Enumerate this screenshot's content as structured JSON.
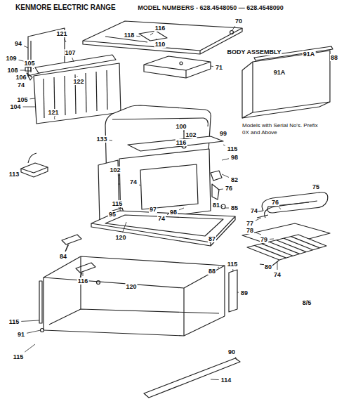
{
  "diagram": {
    "title": "KENMORE ELECTRIC RANGE",
    "labels": [
      "MODEL NUMBERS - 628.4548050 — 628.4548090",
      "BODY ASSEMBLY",
      "Models with Serial No's. Prefix 0X and Above",
      "121",
      "94",
      "109",
      "107",
      "105",
      "108",
      "106",
      "74",
      "105",
      "104",
      "122",
      "121",
      "116",
      "118",
      "110",
      "70",
      "71",
      "91A",
      "88",
      "91A",
      "133",
      "100",
      "102",
      "116",
      "99",
      "113",
      "102",
      "74",
      "115",
      "98",
      "115",
      "95",
      "97",
      "98",
      "74",
      "82",
      "76",
      "81",
      "85",
      "75",
      "76",
      "74",
      "77",
      "78",
      "79",
      "80",
      "74",
      "120",
      "87",
      "84",
      "116",
      "88",
      "115",
      "89",
      "120",
      "115",
      "91",
      "115",
      "90",
      "114",
      "8/5"
    ]
  }
}
